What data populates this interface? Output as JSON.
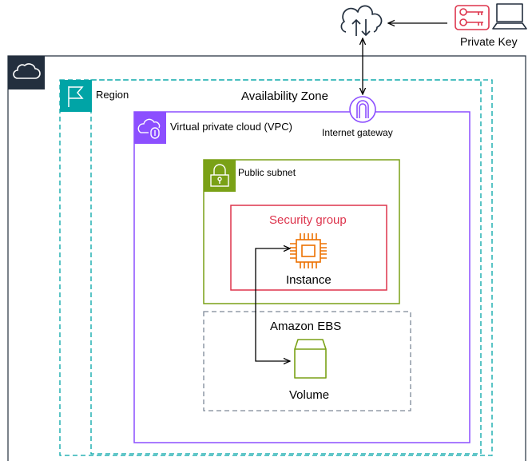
{
  "labels": {
    "private_key": "Private Key",
    "region": "Region",
    "availability_zone": "Availability Zone",
    "vpc": "Virtual private cloud (VPC)",
    "internet_gateway": "Internet gateway",
    "public_subnet": "Public subnet",
    "security_group": "Security group",
    "instance": "Instance",
    "ebs": "Amazon EBS",
    "volume": "Volume"
  },
  "colors": {
    "region": "#00A4A6",
    "vpc": "#8C4FFF",
    "subnet": "#7AA116",
    "security_group": "#DD344C",
    "compute": "#ED7100",
    "storage": "#7AA116",
    "key": "#DD344C",
    "ebs_border": "#7D8998",
    "line": "#000000"
  },
  "icons": {
    "cloud": "aws-cloud-icon",
    "region": "region-flag-icon",
    "vpc": "vpc-icon",
    "subnet": "lock-icon",
    "gateway": "internet-gateway-icon",
    "instance": "ec2-chip-icon",
    "volume": "ebs-volume-icon",
    "key": "key-icon",
    "laptop": "laptop-icon",
    "internet": "internet-cloud-icon"
  }
}
